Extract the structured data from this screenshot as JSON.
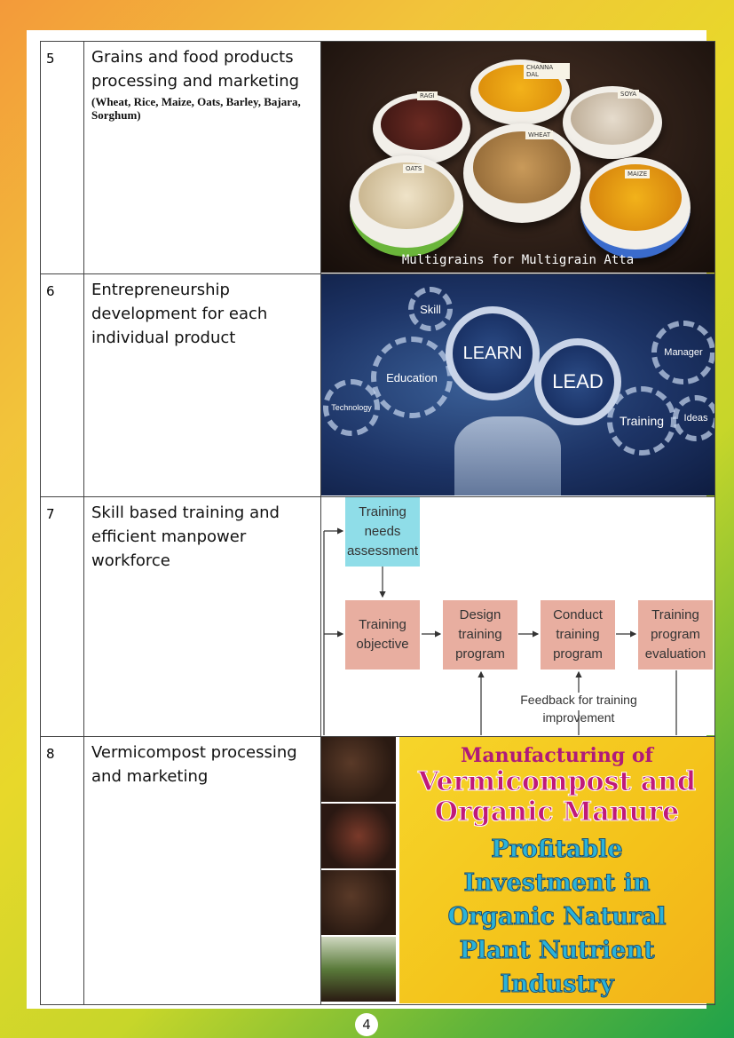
{
  "rows": [
    {
      "num": "5",
      "title": "Grains and food products processing and marketing",
      "subtitle": "(Wheat, Rice, Maize, Oats, Barley, Bajara, Sorghum)",
      "image": {
        "bowl_labels": [
          "RAGI",
          "CHANNA DAL",
          "SOYA",
          "WHEAT",
          "OATS",
          "MAIZE"
        ],
        "caption": "Multigrains for Multigrain Atta"
      }
    },
    {
      "num": "6",
      "title": "Entrepreneurship development for each individual product",
      "image": {
        "gear_labels": [
          "Skill",
          "LEARN",
          "Education",
          "LEAD",
          "Manager",
          "Technology",
          "Training",
          "Ideas"
        ]
      }
    },
    {
      "num": "7",
      "title": "Skill based training and efficient manpower workforce",
      "image": {
        "assessment": "Training needs assessment",
        "steps": [
          "Training objective",
          "Design training program",
          "Conduct training program",
          "Training program evaluation"
        ],
        "feedback": "Feedback for training improvement"
      }
    },
    {
      "num": "8",
      "title": "Vermicompost processing and marketing",
      "image": {
        "line1": "Manufacturing of",
        "line2": "Vermicompost and",
        "line3": "Organic Manure",
        "lines_blue": [
          "Profitable",
          "Investment in",
          "Organic Natural",
          "Plant Nutrient",
          "Industry"
        ]
      }
    }
  ],
  "page_number": "4"
}
